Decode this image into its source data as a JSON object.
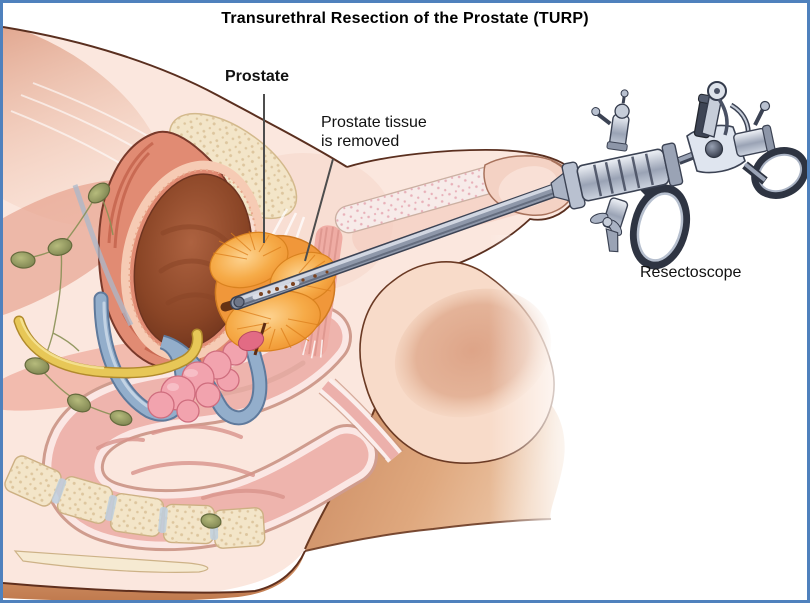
{
  "figure": {
    "title": "Transurethral Resection of the Prostate (TURP)",
    "labels": {
      "prostate": "Prostate",
      "tissue_line1": "Prostate tissue",
      "tissue_line2": "is removed",
      "resectoscope": "Resectoscope"
    },
    "colors": {
      "border": "#4f81bd",
      "title_text": "#000000",
      "label_text": "#111111",
      "leader_line": "#4d4d4d",
      "skin": "#fbe7de",
      "skin_outline": "#5a2f1f",
      "muscle_red": "#c96f4e",
      "bone": "#f3e5c8",
      "bone_speckle": "#d8be94",
      "bladder_wall": "#e18b73",
      "bladder_rim": "#f6cbb4",
      "bladder_lumen": "#8a4526",
      "prostate_orange": "#f6ab48",
      "prostate_striation": "#dd7f1c",
      "urethra_dark": "#5e2c12",
      "rectum_wall": "#fbe7e4",
      "rectum_inner": "#eeb4ad",
      "vesicle_pink": "#f2a3ae",
      "vein_blue": "#93aecb",
      "nerve_yellow": "#e7c757",
      "lymph_olive": "#9aa060",
      "metal_dark": "#3c4354",
      "metal_mid": "#8e97a9",
      "metal_light": "#d7dce6",
      "glans_flesh": "#f4d2c4",
      "scrotum_flesh": "#f8dbc9",
      "testis_tan": "#dca184",
      "buttock_tan": "#c9885f",
      "band_tan": "#d99d72"
    }
  }
}
